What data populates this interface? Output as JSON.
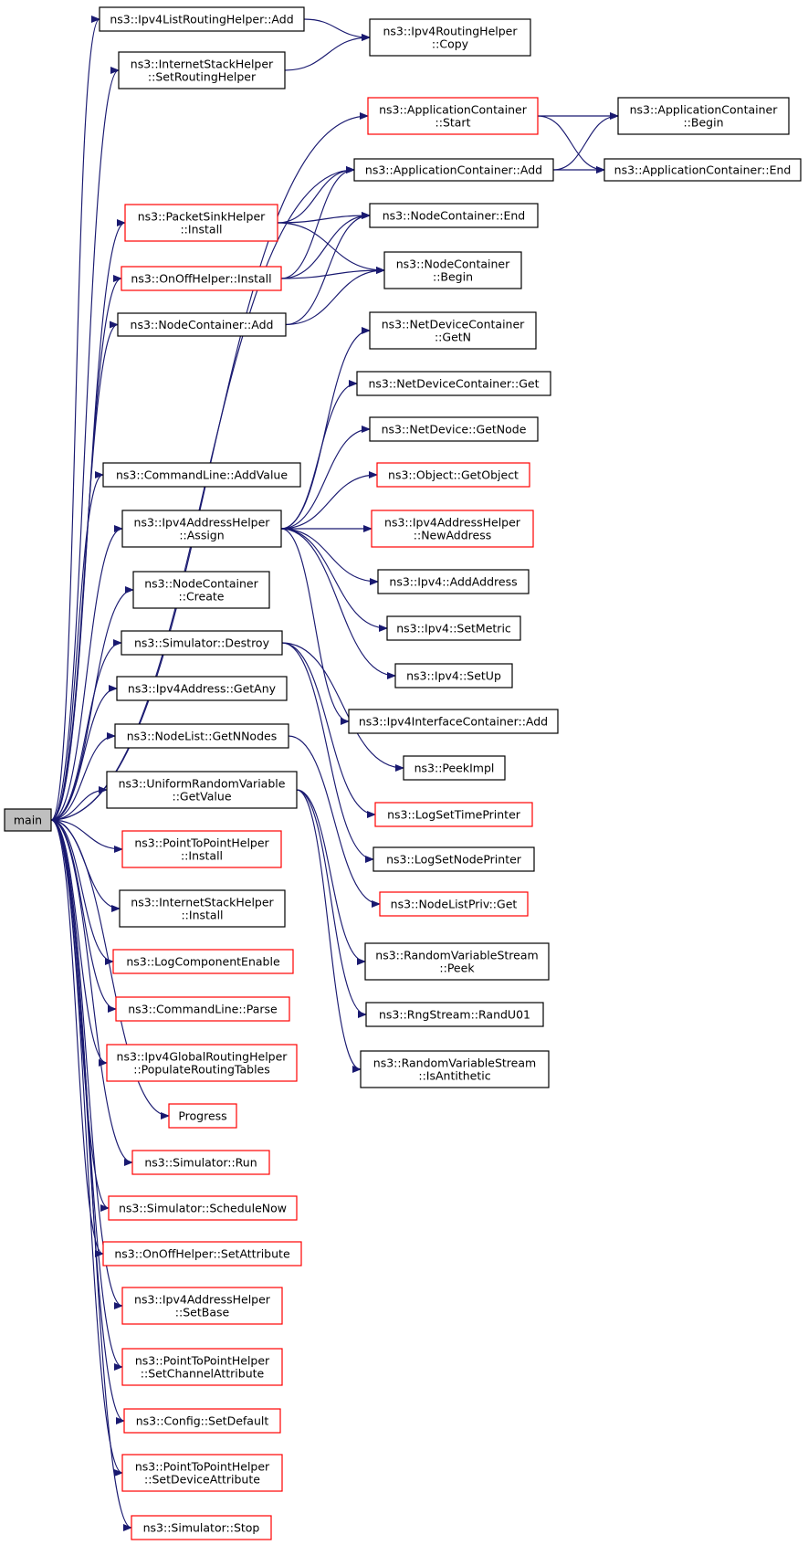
{
  "colors": {
    "edge": "#191970",
    "border_normal": "#000000",
    "border_truncated": "#ff0000",
    "root_fill": "#bfbfbf",
    "fill": "#ffffff"
  },
  "nodes": [
    {
      "id": "main",
      "lines": [
        "main"
      ],
      "kind": "root"
    },
    {
      "id": "ipv4listadd",
      "lines": [
        "ns3::Ipv4ListRoutingHelper::Add"
      ],
      "kind": "normal"
    },
    {
      "id": "ipv4routingcopy",
      "lines": [
        "ns3::Ipv4RoutingHelper",
        "::Copy"
      ],
      "kind": "normal"
    },
    {
      "id": "ishsetrouting",
      "lines": [
        "ns3::InternetStackHelper",
        "::SetRoutingHelper"
      ],
      "kind": "normal"
    },
    {
      "id": "appstart",
      "lines": [
        "ns3::ApplicationContainer",
        "::Start"
      ],
      "kind": "truncated"
    },
    {
      "id": "appbegin",
      "lines": [
        "ns3::ApplicationContainer",
        "::Begin"
      ],
      "kind": "normal"
    },
    {
      "id": "appadd",
      "lines": [
        "ns3::ApplicationContainer::Add"
      ],
      "kind": "normal"
    },
    {
      "id": "append",
      "lines": [
        "ns3::ApplicationContainer::End"
      ],
      "kind": "normal"
    },
    {
      "id": "pktsink",
      "lines": [
        "ns3::PacketSinkHelper",
        "::Install"
      ],
      "kind": "truncated"
    },
    {
      "id": "ncend",
      "lines": [
        "ns3::NodeContainer::End"
      ],
      "kind": "normal"
    },
    {
      "id": "onoffinstall",
      "lines": [
        "ns3::OnOffHelper::Install"
      ],
      "kind": "truncated"
    },
    {
      "id": "ncbegin",
      "lines": [
        "ns3::NodeContainer",
        "::Begin"
      ],
      "kind": "normal"
    },
    {
      "id": "ncadd",
      "lines": [
        "ns3::NodeContainer::Add"
      ],
      "kind": "normal"
    },
    {
      "id": "ndcgetn",
      "lines": [
        "ns3::NetDeviceContainer",
        "::GetN"
      ],
      "kind": "normal"
    },
    {
      "id": "ndcget",
      "lines": [
        "ns3::NetDeviceContainer::Get"
      ],
      "kind": "normal"
    },
    {
      "id": "ndgetnode",
      "lines": [
        "ns3::NetDevice::GetNode"
      ],
      "kind": "normal"
    },
    {
      "id": "objgetobject",
      "lines": [
        "ns3::Object::GetObject"
      ],
      "kind": "truncated"
    },
    {
      "id": "cmdaddvalue",
      "lines": [
        "ns3::CommandLine::AddValue"
      ],
      "kind": "normal"
    },
    {
      "id": "ipv4assign",
      "lines": [
        "ns3::Ipv4AddressHelper",
        "::Assign"
      ],
      "kind": "normal"
    },
    {
      "id": "ipv4newaddr",
      "lines": [
        "ns3::Ipv4AddressHelper",
        "::NewAddress"
      ],
      "kind": "truncated"
    },
    {
      "id": "ipv4addaddr",
      "lines": [
        "ns3::Ipv4::AddAddress"
      ],
      "kind": "normal"
    },
    {
      "id": "nccreate",
      "lines": [
        "ns3::NodeContainer",
        "::Create"
      ],
      "kind": "normal"
    },
    {
      "id": "ipv4setmetric",
      "lines": [
        "ns3::Ipv4::SetMetric"
      ],
      "kind": "normal"
    },
    {
      "id": "simdestroy",
      "lines": [
        "ns3::Simulator::Destroy"
      ],
      "kind": "normal"
    },
    {
      "id": "ipv4setup",
      "lines": [
        "ns3::Ipv4::SetUp"
      ],
      "kind": "normal"
    },
    {
      "id": "ipv4getany",
      "lines": [
        "ns3::Ipv4Address::GetAny"
      ],
      "kind": "normal"
    },
    {
      "id": "ipv4ifcadd",
      "lines": [
        "ns3::Ipv4InterfaceContainer::Add"
      ],
      "kind": "normal"
    },
    {
      "id": "nlgetnnodes",
      "lines": [
        "ns3::NodeList::GetNNodes"
      ],
      "kind": "normal"
    },
    {
      "id": "peekimpl",
      "lines": [
        "ns3::PeekImpl"
      ],
      "kind": "normal"
    },
    {
      "id": "urvgetvalue",
      "lines": [
        "ns3::UniformRandomVariable",
        "::GetValue"
      ],
      "kind": "normal"
    },
    {
      "id": "logsettime",
      "lines": [
        "ns3::LogSetTimePrinter"
      ],
      "kind": "truncated"
    },
    {
      "id": "p2pinstall",
      "lines": [
        "ns3::PointToPointHelper",
        "::Install"
      ],
      "kind": "truncated"
    },
    {
      "id": "logsetnode",
      "lines": [
        "ns3::LogSetNodePrinter"
      ],
      "kind": "normal"
    },
    {
      "id": "ishinstall",
      "lines": [
        "ns3::InternetStackHelper",
        "::Install"
      ],
      "kind": "normal"
    },
    {
      "id": "nlprivget",
      "lines": [
        "ns3::NodeListPriv::Get"
      ],
      "kind": "truncated"
    },
    {
      "id": "logcompenable",
      "lines": [
        "ns3::LogComponentEnable"
      ],
      "kind": "truncated"
    },
    {
      "id": "rvspeek",
      "lines": [
        "ns3::RandomVariableStream",
        "::Peek"
      ],
      "kind": "normal"
    },
    {
      "id": "cmdparse",
      "lines": [
        "ns3::CommandLine::Parse"
      ],
      "kind": "truncated"
    },
    {
      "id": "rngrandu01",
      "lines": [
        "ns3::RngStream::RandU01"
      ],
      "kind": "normal"
    },
    {
      "id": "ipv4globalpop",
      "lines": [
        "ns3::Ipv4GlobalRoutingHelper",
        "::PopulateRoutingTables"
      ],
      "kind": "truncated"
    },
    {
      "id": "rvsisanti",
      "lines": [
        "ns3::RandomVariableStream",
        "::IsAntithetic"
      ],
      "kind": "normal"
    },
    {
      "id": "progress",
      "lines": [
        "Progress"
      ],
      "kind": "truncated"
    },
    {
      "id": "simrun",
      "lines": [
        "ns3::Simulator::Run"
      ],
      "kind": "truncated"
    },
    {
      "id": "simschednow",
      "lines": [
        "ns3::Simulator::ScheduleNow"
      ],
      "kind": "truncated"
    },
    {
      "id": "onoffsetattr",
      "lines": [
        "ns3::OnOffHelper::SetAttribute"
      ],
      "kind": "truncated"
    },
    {
      "id": "ipv4setbase",
      "lines": [
        "ns3::Ipv4AddressHelper",
        "::SetBase"
      ],
      "kind": "truncated"
    },
    {
      "id": "p2psetchan",
      "lines": [
        "ns3::PointToPointHelper",
        "::SetChannelAttribute"
      ],
      "kind": "truncated"
    },
    {
      "id": "cfgsetdefault",
      "lines": [
        "ns3::Config::SetDefault"
      ],
      "kind": "truncated"
    },
    {
      "id": "p2psetdev",
      "lines": [
        "ns3::PointToPointHelper",
        "::SetDeviceAttribute"
      ],
      "kind": "truncated"
    },
    {
      "id": "simstop",
      "lines": [
        "ns3::Simulator::Stop"
      ],
      "kind": "truncated"
    }
  ],
  "edges": [
    [
      "main",
      "ipv4listadd"
    ],
    [
      "main",
      "ishsetrouting"
    ],
    [
      "main",
      "appstart"
    ],
    [
      "main",
      "appadd"
    ],
    [
      "main",
      "pktsink"
    ],
    [
      "main",
      "onoffinstall"
    ],
    [
      "main",
      "ncadd"
    ],
    [
      "main",
      "cmdaddvalue"
    ],
    [
      "main",
      "ipv4assign"
    ],
    [
      "main",
      "nccreate"
    ],
    [
      "main",
      "simdestroy"
    ],
    [
      "main",
      "ipv4getany"
    ],
    [
      "main",
      "nlgetnnodes"
    ],
    [
      "main",
      "urvgetvalue"
    ],
    [
      "main",
      "p2pinstall"
    ],
    [
      "main",
      "ishinstall"
    ],
    [
      "main",
      "logcompenable"
    ],
    [
      "main",
      "cmdparse"
    ],
    [
      "main",
      "ipv4globalpop"
    ],
    [
      "main",
      "progress"
    ],
    [
      "main",
      "simrun"
    ],
    [
      "main",
      "simschednow"
    ],
    [
      "main",
      "onoffsetattr"
    ],
    [
      "main",
      "ipv4setbase"
    ],
    [
      "main",
      "p2psetchan"
    ],
    [
      "main",
      "cfgsetdefault"
    ],
    [
      "main",
      "p2psetdev"
    ],
    [
      "main",
      "simstop"
    ],
    [
      "ipv4listadd",
      "ipv4routingcopy"
    ],
    [
      "ishsetrouting",
      "ipv4routingcopy"
    ],
    [
      "appstart",
      "appbegin"
    ],
    [
      "appstart",
      "append"
    ],
    [
      "appadd",
      "appbegin"
    ],
    [
      "appadd",
      "append"
    ],
    [
      "pktsink",
      "appadd"
    ],
    [
      "pktsink",
      "ncend"
    ],
    [
      "pktsink",
      "ncbegin"
    ],
    [
      "onoffinstall",
      "appadd"
    ],
    [
      "onoffinstall",
      "ncend"
    ],
    [
      "onoffinstall",
      "ncbegin"
    ],
    [
      "ncadd",
      "ncend"
    ],
    [
      "ncadd",
      "ncbegin"
    ],
    [
      "ipv4assign",
      "ndcgetn"
    ],
    [
      "ipv4assign",
      "ndcget"
    ],
    [
      "ipv4assign",
      "ndgetnode"
    ],
    [
      "ipv4assign",
      "objgetobject"
    ],
    [
      "ipv4assign",
      "ipv4newaddr"
    ],
    [
      "ipv4assign",
      "ipv4addaddr"
    ],
    [
      "ipv4assign",
      "ipv4setmetric"
    ],
    [
      "ipv4assign",
      "ipv4setup"
    ],
    [
      "ipv4assign",
      "ipv4ifcadd"
    ],
    [
      "simdestroy",
      "peekimpl"
    ],
    [
      "simdestroy",
      "logsettime"
    ],
    [
      "simdestroy",
      "logsetnode"
    ],
    [
      "nlgetnnodes",
      "nlprivget"
    ],
    [
      "urvgetvalue",
      "rvspeek"
    ],
    [
      "urvgetvalue",
      "rngrandu01"
    ],
    [
      "urvgetvalue",
      "rvsisanti"
    ]
  ]
}
